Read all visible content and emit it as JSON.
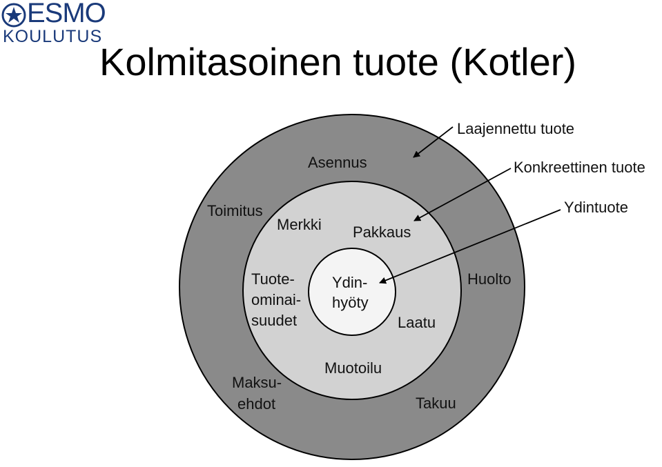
{
  "logo": {
    "name": "ESMO",
    "subtitle": "KOULUTUS",
    "color": "#1a3a7a"
  },
  "title": "Kolmitasoinen tuote (Kotler)",
  "diagram": {
    "colors": {
      "outer_ring": "#8a8a8a",
      "middle_ring": "#d2d2d2",
      "core": "#f4f4f4",
      "stroke": "#000000"
    },
    "outer": {
      "name": "Laajennettu tuote",
      "items": {
        "asennus": "Asennus",
        "toimitus": "Toimitus",
        "huolto": "Huolto",
        "maksu_1": "Maksu-",
        "maksu_2": "ehdot",
        "takuu": "Takuu"
      }
    },
    "middle": {
      "name": "Konkreettinen tuote",
      "items": {
        "merkki": "Merkki",
        "pakkaus": "Pakkaus",
        "tuote_1": "Tuote-",
        "tuote_2": "ominai-",
        "tuote_3": "suudet",
        "laatu": "Laatu",
        "muotoilu": "Muotoilu"
      }
    },
    "core": {
      "name": "Ydintuote",
      "items": {
        "ydin_1": "Ydin-",
        "ydin_2": "hyöty"
      }
    }
  }
}
